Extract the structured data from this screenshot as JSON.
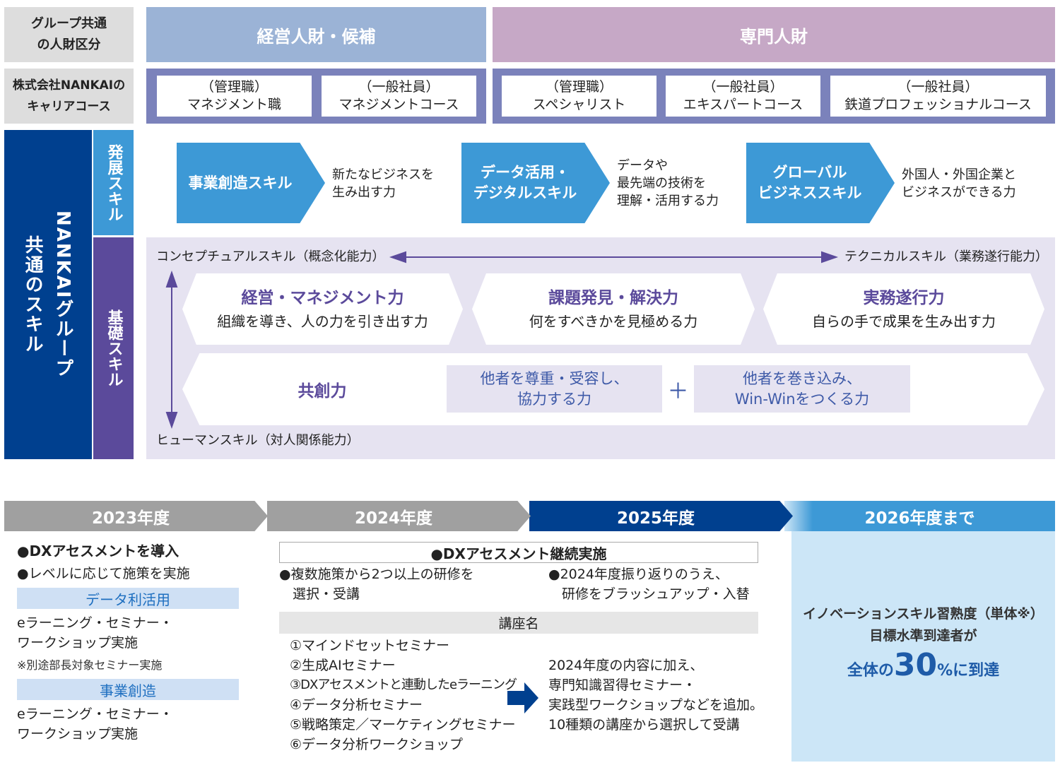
{
  "top": {
    "category_label": "グループ共通\nの人財区分",
    "management": "経営人財・候補",
    "specialist": "専門人財",
    "course_label": "株式会社NANKAIの\nキャリアコース",
    "courses": [
      {
        "l1": "（管理職）",
        "l2": "マネジメント職"
      },
      {
        "l1": "（一般社員）",
        "l2": "マネジメントコース"
      },
      {
        "l1": "（管理職）",
        "l2": "スペシャリスト"
      },
      {
        "l1": "（一般社員）",
        "l2": "エキスパートコース"
      },
      {
        "l1": "（一般社員）",
        "l2": "鉄道プロフェッショナルコース"
      }
    ]
  },
  "skills": {
    "group_label": "NANKAIグループ",
    "group_label2": "共通のスキル",
    "advanced_label": "発展スキル",
    "basic_label": "基礎スキル",
    "advanced": [
      {
        "name": "事業創造スキル",
        "desc": "新たなビジネスを\n生み出す力"
      },
      {
        "name": "データ活用・\nデジタルスキル",
        "desc": "データや\n最先端の技術を\n理解・活用する力"
      },
      {
        "name": "グローバル\nビジネススキル",
        "desc": "外国人・外国企業と\nビジネスができる力"
      }
    ],
    "axis_left": "コンセプチュアルスキル（概念化能力）",
    "axis_right": "テクニカルスキル（業務遂行能力）",
    "axis_bottom": "ヒューマンスキル（対人関係能力）",
    "basic": [
      {
        "name": "経営・マネジメント力",
        "desc": "組織を導き、人の力を引き出す力"
      },
      {
        "name": "課題発見・解決力",
        "desc": "何をすべきかを見極める力"
      },
      {
        "name": "実務遂行力",
        "desc": "自らの手で成果を生み出す力"
      }
    ],
    "cocreation": {
      "name": "共創力",
      "part1": "他者を尊重・受容し、\n協力する力",
      "plus": "＋",
      "part2": "他者を巻き込み、\nWin-Winをつくる力"
    }
  },
  "timeline": {
    "years": [
      "2023年度",
      "2024年度",
      "2025年度",
      "2026年度まで"
    ],
    "y2023": {
      "b1": "●DXアセスメントを導入",
      "b2": "●レベルに応じて施策を実施",
      "h1": "データ利活用",
      "t1": "eラーニング・セミナー・\nワークショップ実施",
      "note": "※別途部長対象セミナー実施",
      "h2": "事業創造",
      "t2": "eラーニング・セミナー・\nワークショップ実施"
    },
    "continue": "●DXアセスメント継続実施",
    "y2024_b": "●複数施策から2つ以上の研修を\n　選択・受講",
    "y2025_b": "●2024年度振り返りのうえ、\n　研修をブラッシュアップ・入替",
    "course_header": "講座名",
    "courses": [
      "①マインドセットセミナー",
      "②生成AIセミナー",
      "③DXアセスメントと連動したeラーニング",
      "④データ分析セミナー",
      "⑤戦略策定／マーケティングセミナー",
      "⑥データ分析ワークショップ"
    ],
    "y2025_text": "2024年度の内容に加え、\n専門知識習得セミナー・\n実践型ワークショップなどを追加。\n10種類の講座から選択して受講",
    "goal_l1": "イノベーションスキル習熟度（単体※）",
    "goal_l2": "目標水準到達者が",
    "goal_pre": "全体の",
    "goal_num": "30",
    "goal_post": "%に到達"
  },
  "colors": {
    "navy": "#00408f",
    "blue": "#3d99d6",
    "purple": "#5b4a9b",
    "lavender": "#e6e3f1"
  }
}
